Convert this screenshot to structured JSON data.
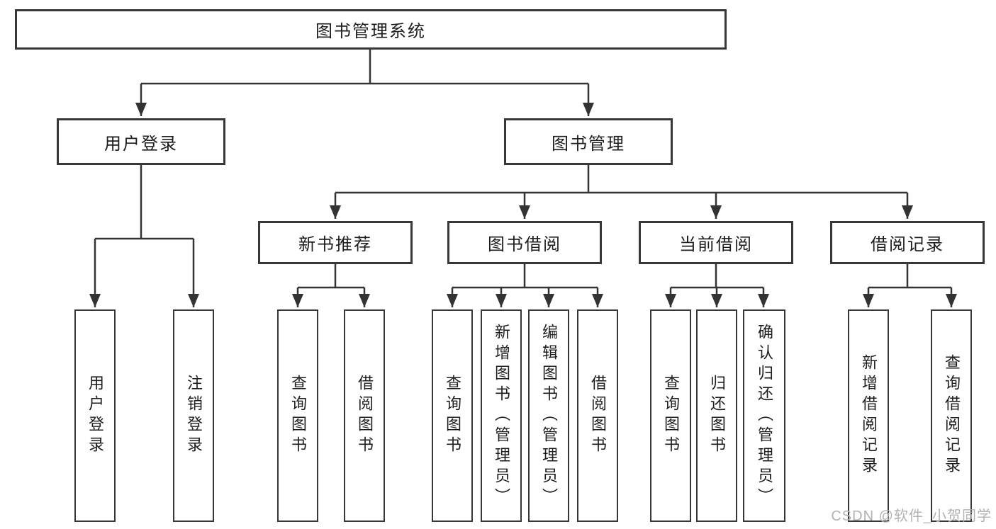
{
  "tree": {
    "label": "图书管理系统",
    "children": [
      {
        "label": "用户登录",
        "children": [
          {
            "label": "用户登录"
          },
          {
            "label": "注销登录"
          }
        ]
      },
      {
        "label": "图书管理",
        "children": [
          {
            "label": "新书推荐",
            "children": [
              {
                "label": "查询图书"
              },
              {
                "label": "借阅图书"
              }
            ]
          },
          {
            "label": "图书借阅",
            "children": [
              {
                "label": "查询图书"
              },
              {
                "label": "新增图书（管理员）"
              },
              {
                "label": "编辑图书（管理员）"
              },
              {
                "label": "借阅图书"
              }
            ]
          },
          {
            "label": "当前借阅",
            "children": [
              {
                "label": "查询图书"
              },
              {
                "label": "归还图书"
              },
              {
                "label": "确认归还（管理员）"
              }
            ]
          },
          {
            "label": "借阅记录",
            "children": [
              {
                "label": "新增借阅记录"
              },
              {
                "label": "查询借阅记录"
              }
            ]
          }
        ]
      }
    ]
  },
  "watermark": "CSDN @软件_小贺同学",
  "colors": {
    "background": "#ffffff",
    "box_border": "#373737",
    "connector_line": "#333333",
    "text": "#1d1d1d",
    "watermark_text": "#b2b2b2"
  }
}
